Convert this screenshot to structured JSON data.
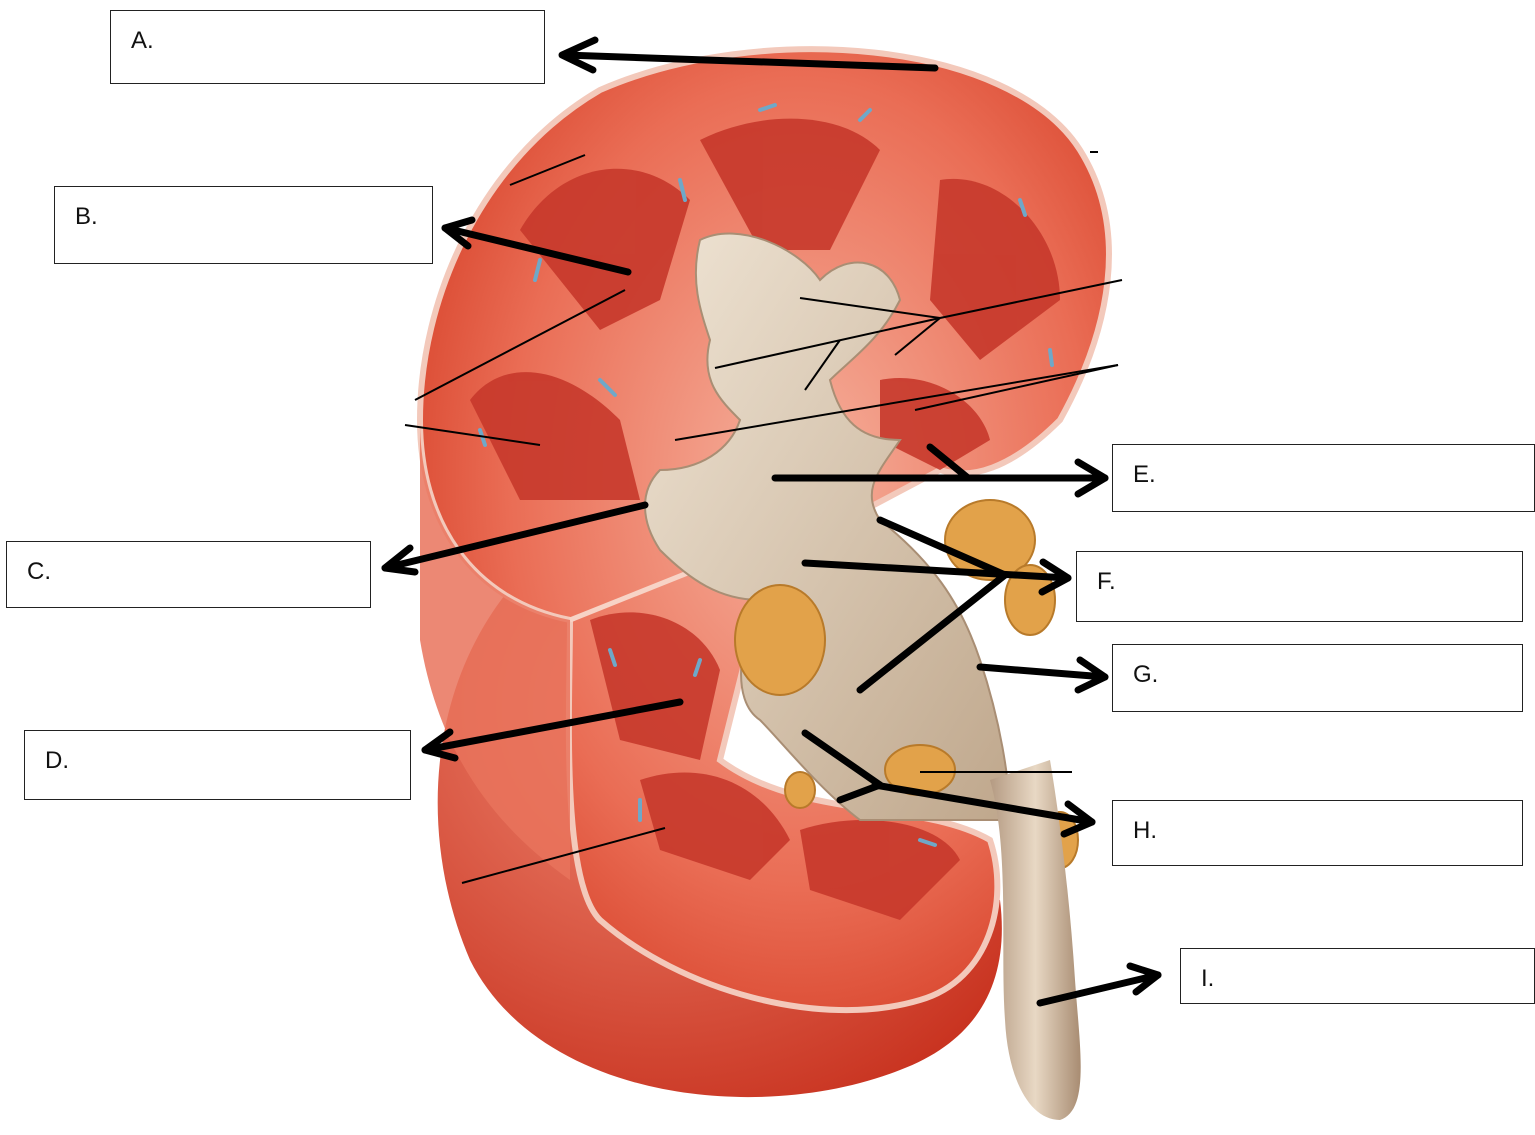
{
  "labels": [
    {
      "id": "a",
      "letter": "A."
    },
    {
      "id": "b",
      "letter": "B."
    },
    {
      "id": "c",
      "letter": "C."
    },
    {
      "id": "d",
      "letter": "D."
    },
    {
      "id": "e",
      "letter": "E."
    },
    {
      "id": "f",
      "letter": "F."
    },
    {
      "id": "g",
      "letter": "G."
    },
    {
      "id": "h",
      "letter": "H."
    },
    {
      "id": "i",
      "letter": "I."
    }
  ],
  "colors": {
    "capsule": "#f29a82",
    "cortex": "#e8604a",
    "medulla": "#c9352a",
    "pelvis": "#d8c6b0",
    "fat": "#e2a24a",
    "arrow": "#000000"
  }
}
